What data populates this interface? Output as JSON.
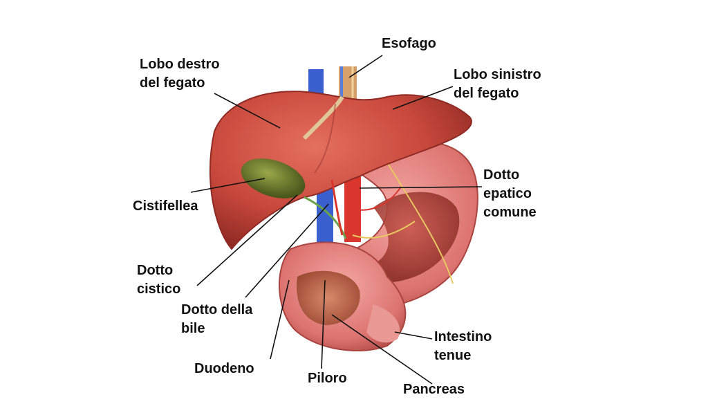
{
  "labels": {
    "esofago": [
      "Esofago"
    ],
    "lobo_destro": [
      "Lobo destro",
      "del fegato"
    ],
    "lobo_sinistro": [
      "Lobo sinistro",
      "del fegato"
    ],
    "dotto_epatico": [
      "Dotto",
      "epatico",
      "comune"
    ],
    "cistifellea": [
      "Cistifellea"
    ],
    "dotto_cistico": [
      "Dotto",
      "cistico"
    ],
    "dotto_bile": [
      "Dotto della",
      "bile"
    ],
    "duodeno": [
      "Duodeno"
    ],
    "piloro": [
      "Piloro"
    ],
    "pancreas": [
      "Pancreas"
    ],
    "intestino": [
      "Intestino",
      "tenue"
    ]
  },
  "colors": {
    "liver": "#c8483c",
    "gallbladder": "#6b7a2a",
    "stomach": "#e07e7c",
    "vein": "#3a5fcf",
    "artery": "#d9362e",
    "leader_line": "#111111"
  }
}
